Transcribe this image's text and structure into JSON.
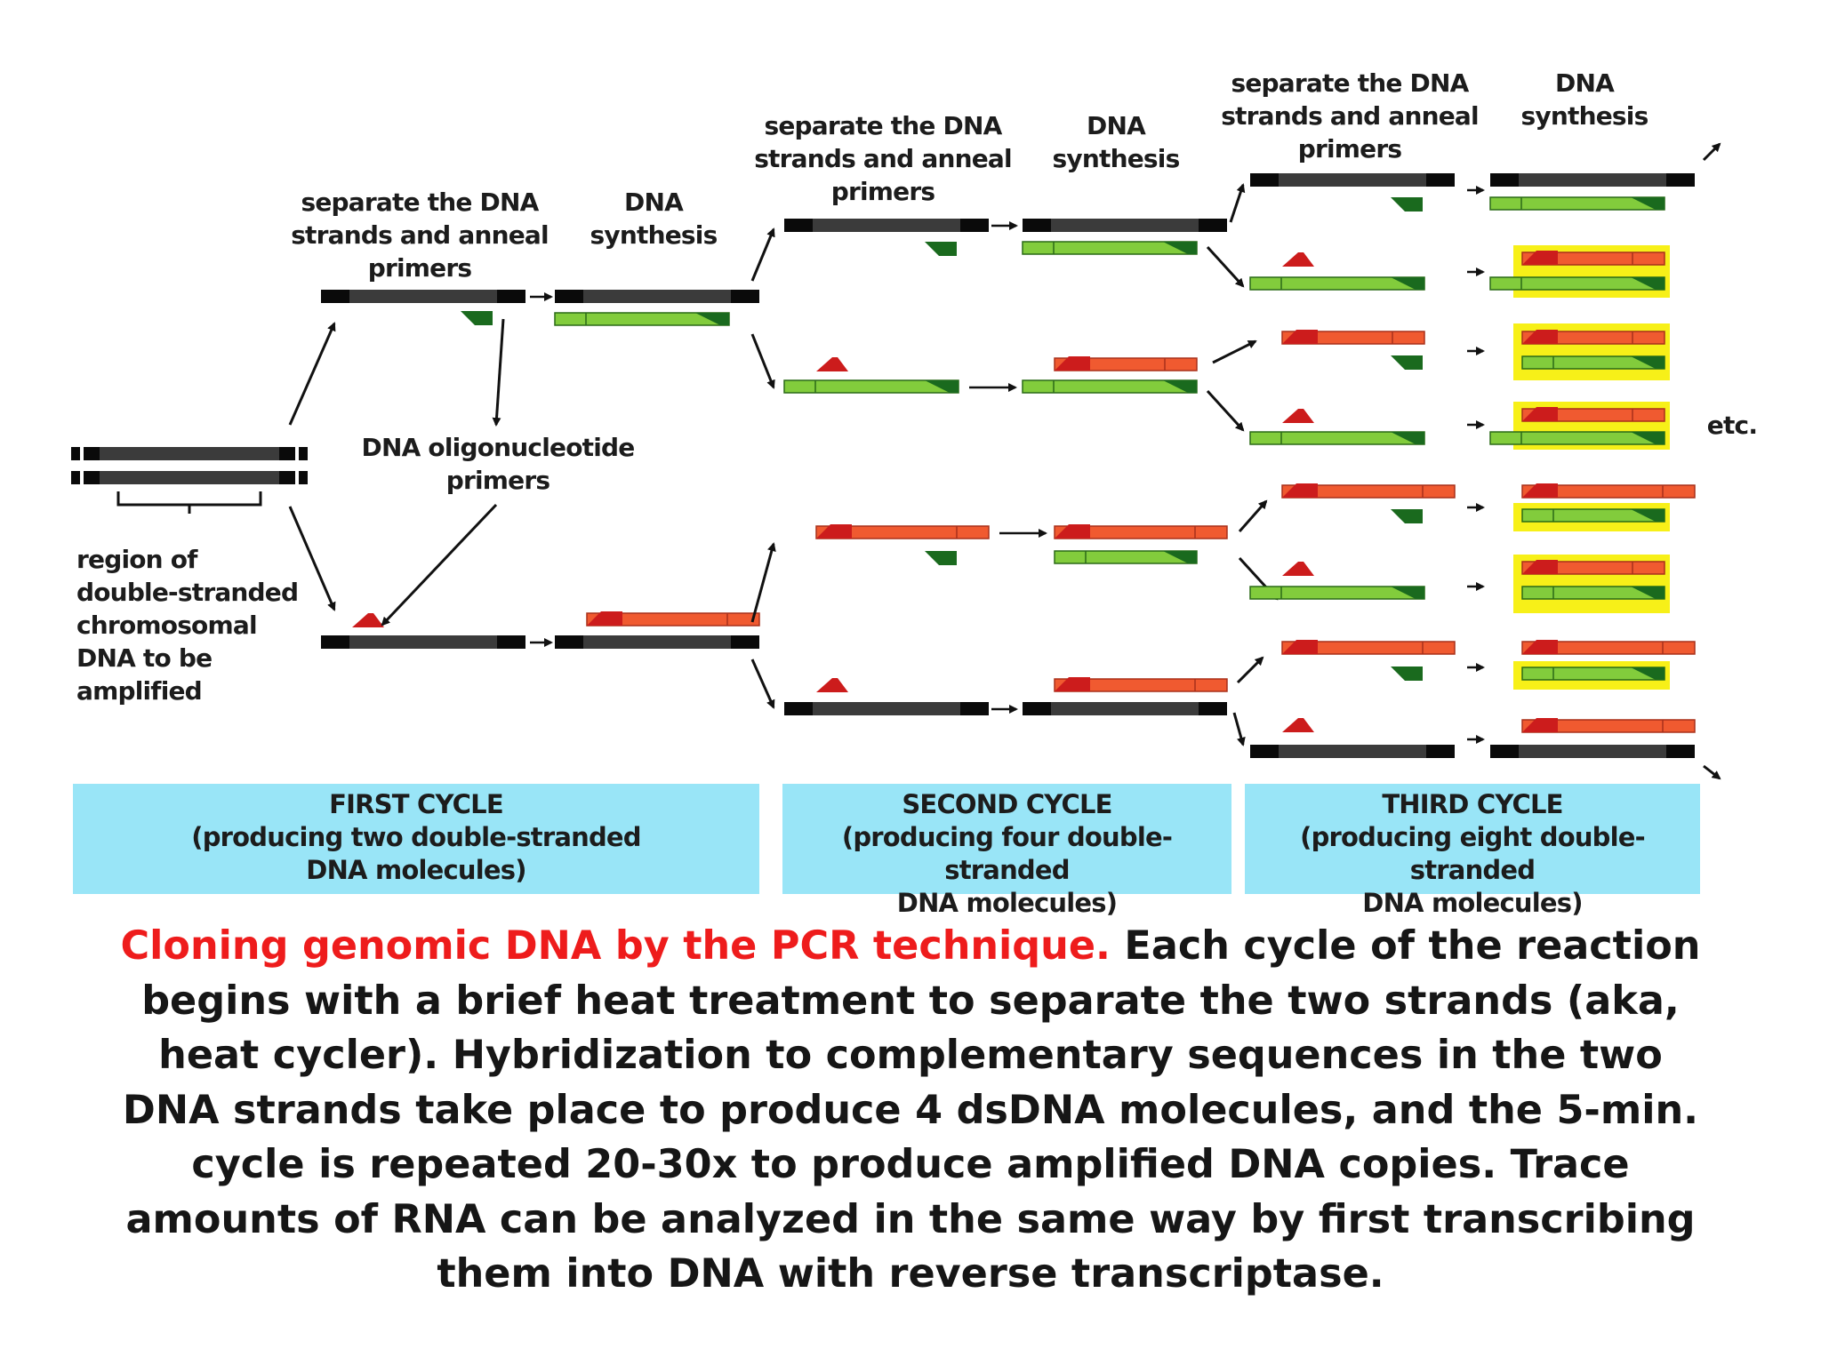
{
  "labels": {
    "region": [
      "region of",
      "double-stranded",
      "chromosomal",
      "DNA to be",
      "amplified"
    ],
    "primers_label": [
      "DNA oligonucleotide",
      "primers"
    ],
    "separate": [
      "separate the DNA",
      "strands and anneal",
      "primers"
    ],
    "synthesis": [
      "DNA",
      "synthesis"
    ],
    "etc": "etc."
  },
  "cycles": [
    {
      "title": "FIRST CYCLE",
      "lines": [
        "(producing two double-stranded",
        "DNA molecules)"
      ]
    },
    {
      "title": "SECOND CYCLE",
      "lines": [
        "(producing four double-stranded",
        "DNA molecules)"
      ]
    },
    {
      "title": "THIRD CYCLE",
      "lines": [
        "(producing eight double-stranded",
        "DNA molecules)"
      ]
    }
  ],
  "caption": {
    "highlight": "Cloning genomic DNA by the PCR technique.",
    "text": " Each cycle of the reaction begins with a brief heat treatment to separate the two strands (aka, heat cycler). Hybridization to complementary sequences in the two DNA strands take place to produce 4 dsDNA molecules, and the 5-min. cycle is repeated 20-30x to produce amplified DNA copies. Trace amounts of RNA can be analyzed in the same way by first transcribing them into DNA with reverse transcriptase."
  },
  "colors": {
    "template_strand": "#3b3b3b",
    "template_end": "#0a0a0a",
    "new_green": "#82cc3c",
    "new_red": "#f05a30",
    "primer_green": "#1a6a1e",
    "primer_red": "#cc1c1c",
    "highlight": "#f7f018",
    "cycle_box": "#99e5f7",
    "caption_highlight": "#ee1c1c"
  }
}
